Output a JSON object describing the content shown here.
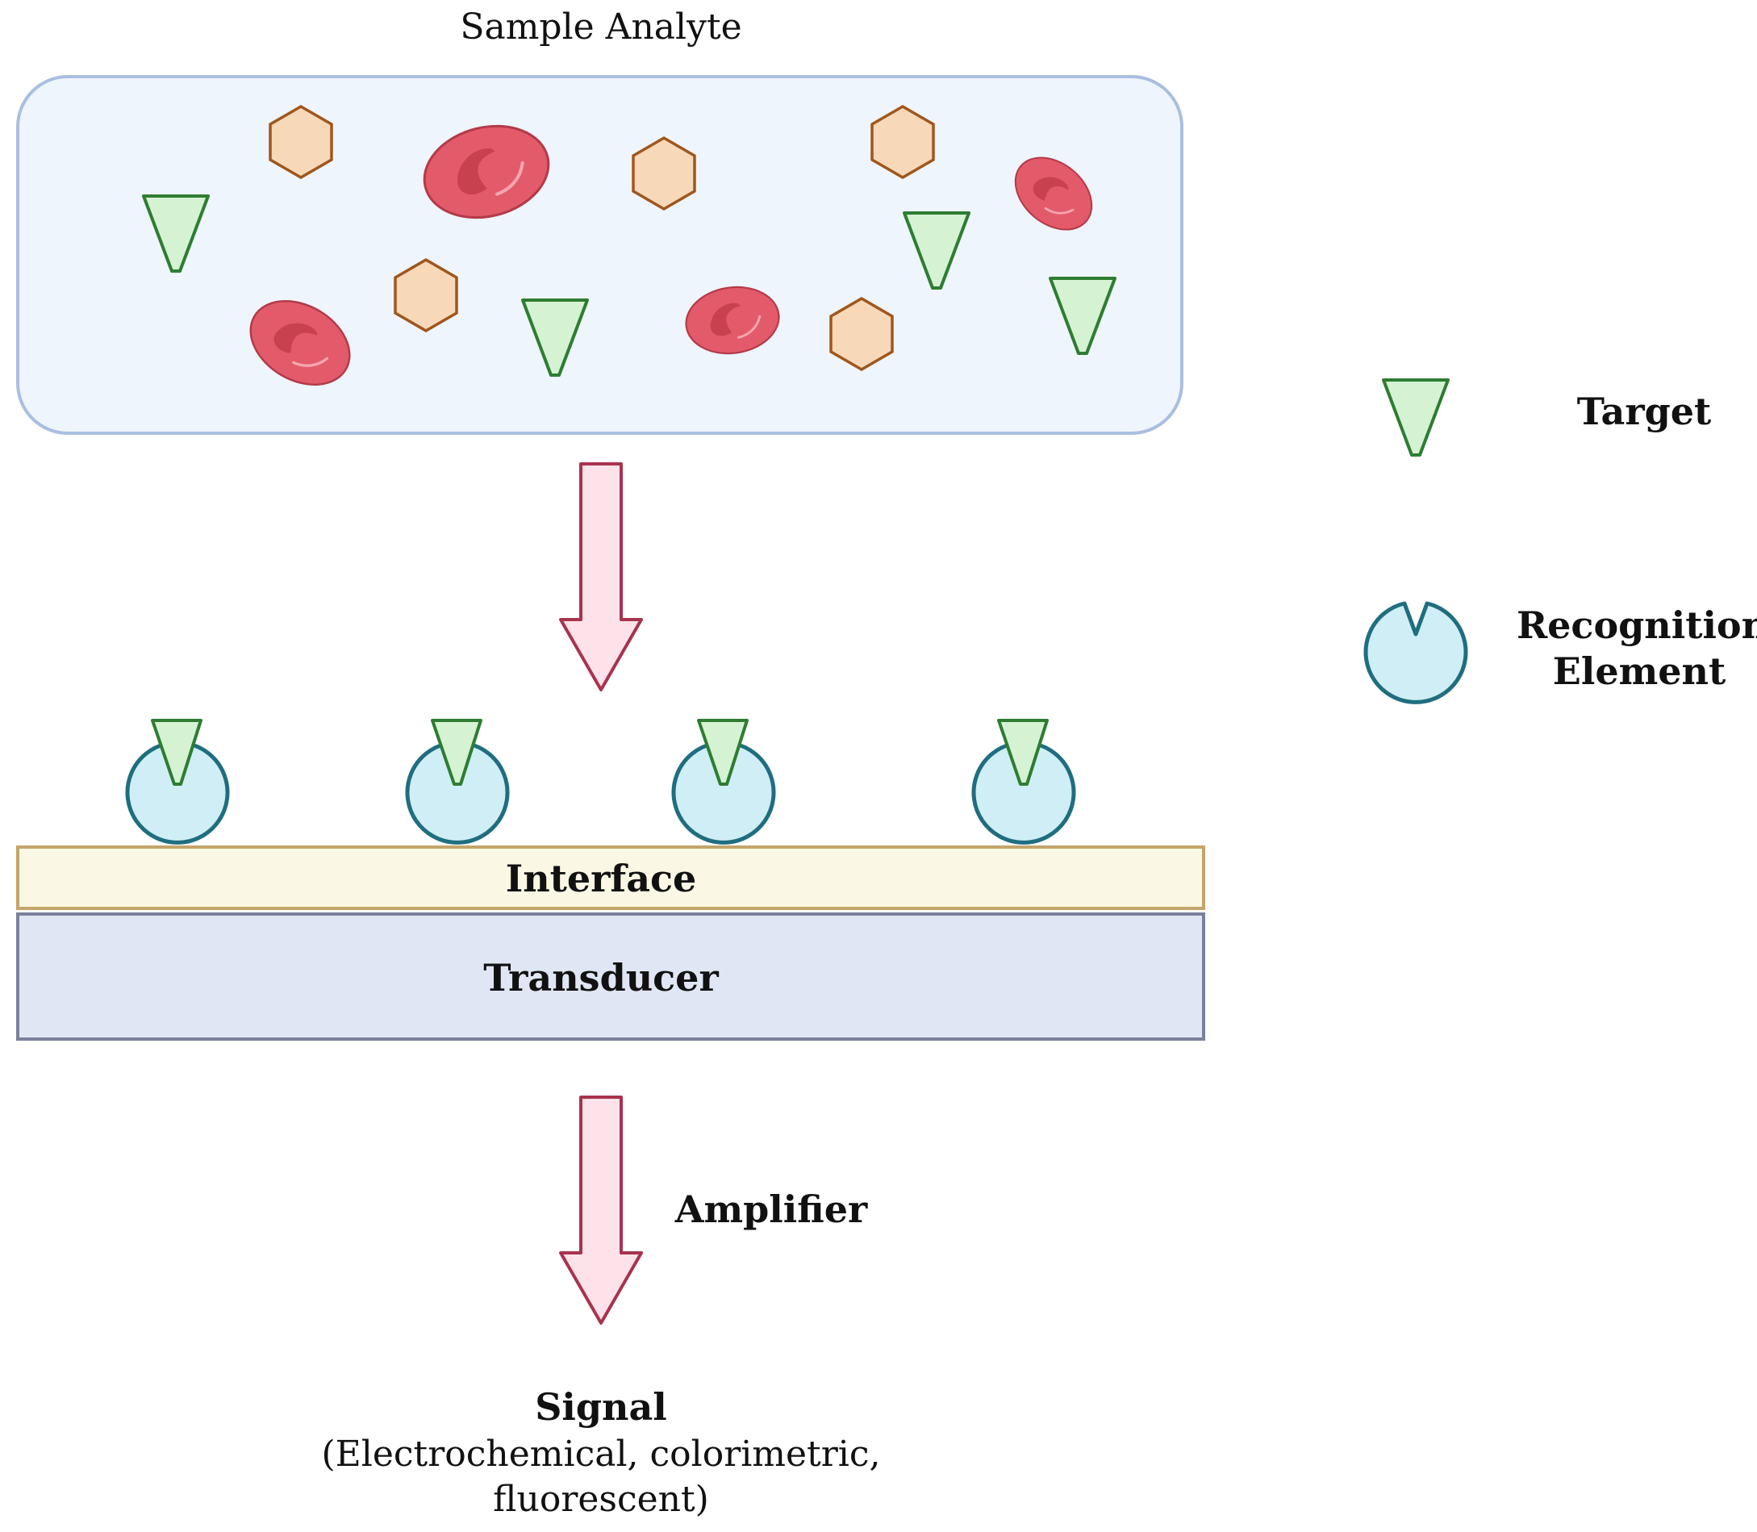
{
  "labels": {
    "sample_analyte": "Sample Analyte",
    "interface": "Interface",
    "transducer": "Transducer",
    "amplifier": "Amplifier",
    "signal_title": "Signal",
    "signal_line1": "(Electrochemical, colorimetric,",
    "signal_line2": "fluorescent)"
  },
  "legend": {
    "target": "Target",
    "recognition_line1": "Recognition",
    "recognition_line2": "Element"
  },
  "icons": {
    "target": "target-triangle-icon",
    "recognition": "recognition-element-icon",
    "red_blood_cell": "red-blood-cell-icon",
    "interferent": "hexagon-molecule-icon",
    "flow_arrow": "down-arrow-icon"
  },
  "colors": {
    "sample_fill": "#EEF5FC",
    "sample_stroke": "#A9BFE0",
    "target_fill": "#D5F2D3",
    "target_stroke": "#2E7D32",
    "hexagon_fill": "#F7D9B9",
    "hexagon_stroke": "#A0561C",
    "rbc_fill": "#E35B6A",
    "rbc_inner": "#C8414F",
    "recognition_fill": "#D0EEF5",
    "recognition_stroke": "#1F6E80",
    "arrow_fill": "#FDE2EA",
    "arrow_stroke": "#A8334E",
    "interface_fill": "#FAF7E4",
    "interface_stroke": "#C4A56A",
    "transducer_fill": "#E0E6F3",
    "transducer_stroke": "#7B819B"
  }
}
